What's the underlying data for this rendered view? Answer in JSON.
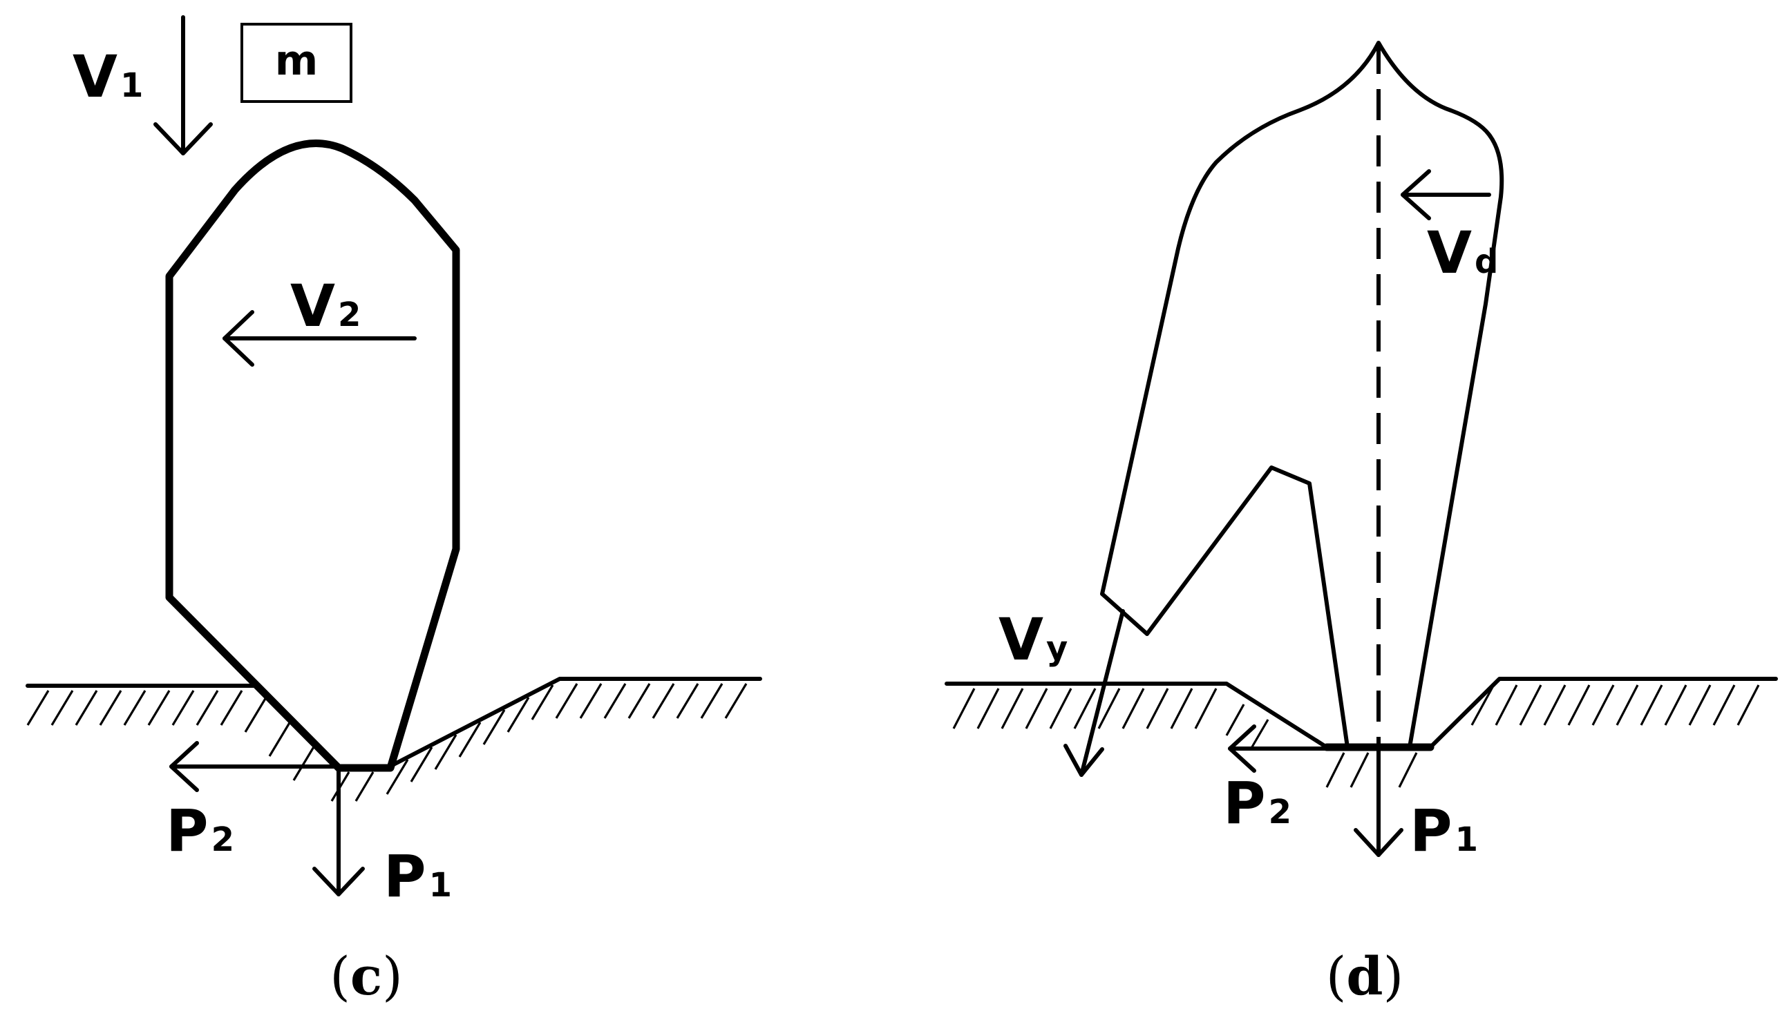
{
  "panel_c": {
    "caption_letter": "c",
    "labels": {
      "v1": {
        "main": "V",
        "sub": "1"
      },
      "v2": {
        "main": "V",
        "sub": "2"
      },
      "p1": {
        "main": "P",
        "sub": "1"
      },
      "p2": {
        "main": "P",
        "sub": "2"
      },
      "mass": "m"
    }
  },
  "panel_d": {
    "caption_letter": "d",
    "labels": {
      "vd": {
        "main": "V",
        "sub": "d"
      },
      "vy": {
        "main": "V",
        "sub": "y"
      },
      "p1": {
        "main": "P",
        "sub": "1"
      },
      "p2": {
        "main": "P",
        "sub": "2"
      }
    }
  }
}
